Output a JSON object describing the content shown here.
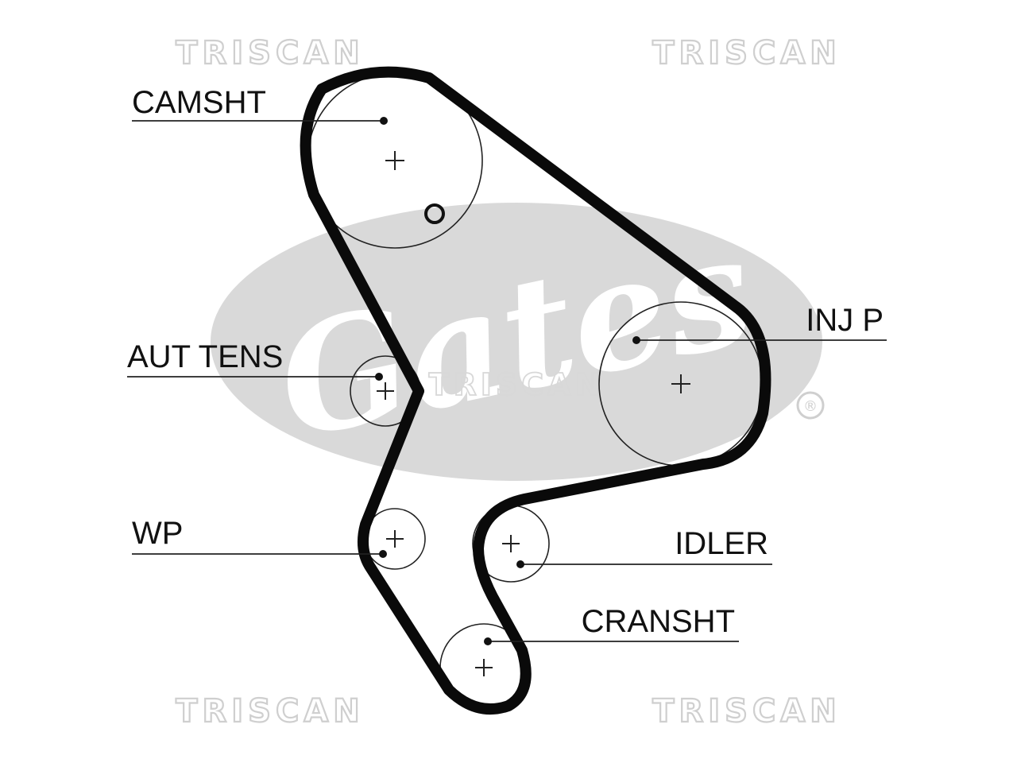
{
  "watermarks": {
    "triscan": [
      "TRISCAN",
      "TRISCAN",
      "TRISCAN",
      "TRISCAN",
      "TRISCAN"
    ],
    "gates_logo": "Gates",
    "registered_mark": "®"
  },
  "labels": {
    "camshaft": "CAMSHT",
    "injection_pump": "INJ P",
    "auto_tensioner": "AUT TENS",
    "water_pump": "WP",
    "idler": "IDLER",
    "crankshaft": "CRANSHT"
  },
  "colors": {
    "belt": "#0a0a0a",
    "line": "#222222",
    "watermark": "#cfcfcf",
    "logo_gray": "#d9d9d9",
    "background": "#ffffff"
  }
}
